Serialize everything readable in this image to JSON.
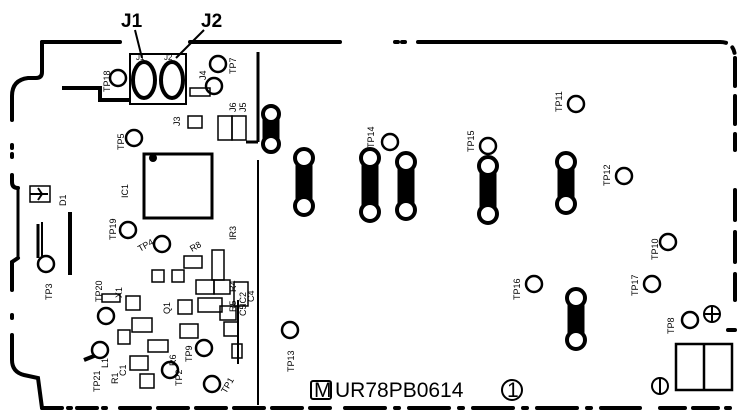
{
  "callouts": {
    "j1": "J1",
    "j2": "J2"
  },
  "part_number": "UR78PB0614",
  "revision": "1",
  "maker_mark": "M",
  "test_points": [
    "TP1",
    "TP2",
    "TP3",
    "TP4",
    "TP5",
    "TP6",
    "TP7",
    "TP8",
    "TP9",
    "TP10",
    "TP11",
    "TP12",
    "TP13",
    "TP14",
    "TP15",
    "TP16",
    "TP17",
    "TP18",
    "TP19",
    "TP20",
    "TP21"
  ],
  "components": [
    "J1",
    "J2",
    "J3",
    "J4",
    "J5",
    "J6",
    "D1",
    "IC1",
    "IC2",
    "IR3",
    "R1",
    "R4",
    "R5",
    "R6",
    "R8",
    "C1",
    "C2",
    "C3",
    "C4",
    "C5",
    "X1",
    "Q1",
    "L1"
  ],
  "jumper_count": 7,
  "colors": {
    "ink": "#000000",
    "paper": "#ffffff"
  }
}
